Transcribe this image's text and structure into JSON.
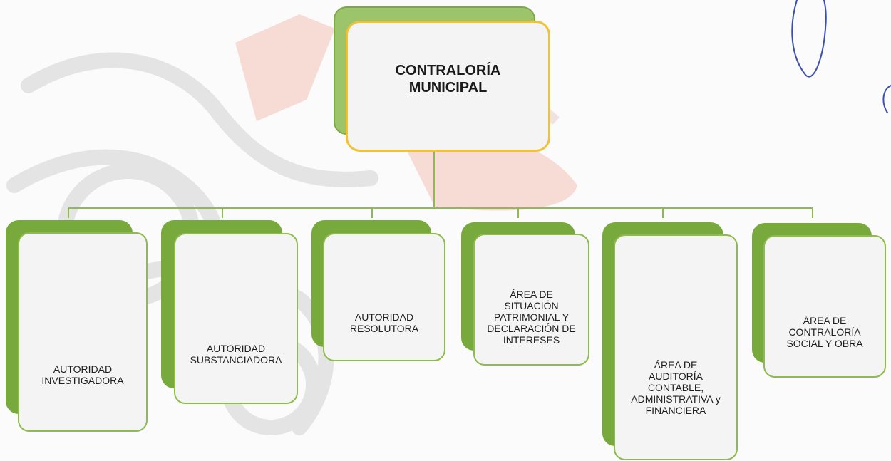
{
  "org_chart": {
    "root": {
      "line1": "CONTRALORÍA",
      "line2": "MUNICIPAL"
    },
    "areas": [
      {
        "lines": [
          "AUTORIDAD",
          "INVESTIGADORA"
        ]
      },
      {
        "lines": [
          "AUTORIDAD",
          "SUBSTANCIADORA"
        ]
      },
      {
        "lines": [
          "AUTORIDAD",
          "RESOLUTORA"
        ]
      },
      {
        "lines": [
          "ÁREA DE",
          "SITUACIÓN",
          "PATRIMONIAL Y",
          "DECLARACIÓN DE",
          "INTERESES"
        ]
      },
      {
        "lines": [
          "ÁREA DE",
          "AUDITORÍA",
          "CONTABLE,",
          "ADMINISTRATIVA y",
          "FINANCIERA"
        ]
      },
      {
        "lines": [
          "ÁREA DE",
          "CONTRALORÍA",
          "SOCIAL Y OBRA"
        ]
      }
    ]
  },
  "colors": {
    "box_shadow_green": "#78a93d",
    "box_border_green": "#8dbb4c",
    "root_border_yellow": "#f1c232",
    "connector_green": "#8dbb4c",
    "handwriting_blue": "#3b4fb0"
  }
}
